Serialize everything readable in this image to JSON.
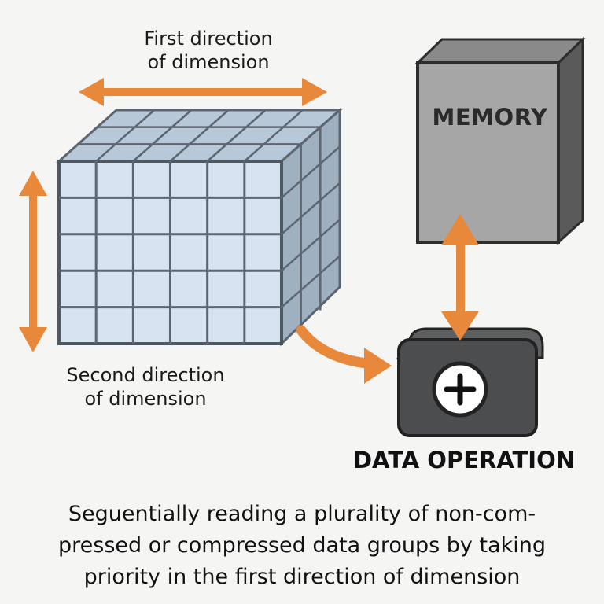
{
  "labels": {
    "first_direction": [
      "First direction",
      "of dimension"
    ],
    "second_direction": [
      "Second direction",
      "of dimension"
    ],
    "memory": "MEMORY",
    "data_operation": "DATA OPERATION"
  },
  "caption": [
    "Seguentially reading a plurality of non-com-",
    "pressed or compressed data groups by taking",
    "priority in the first direction of dimension"
  ],
  "icons": {
    "operation_symbol": "plus-icon"
  },
  "colors": {
    "arrow": "#e8883a",
    "cube_face": "#d6e4f1",
    "cube_grid": "#5d6670",
    "memory_face": "#a6a6a6",
    "operation_body": "#4c4d4f",
    "background": "#f5f5f4"
  }
}
